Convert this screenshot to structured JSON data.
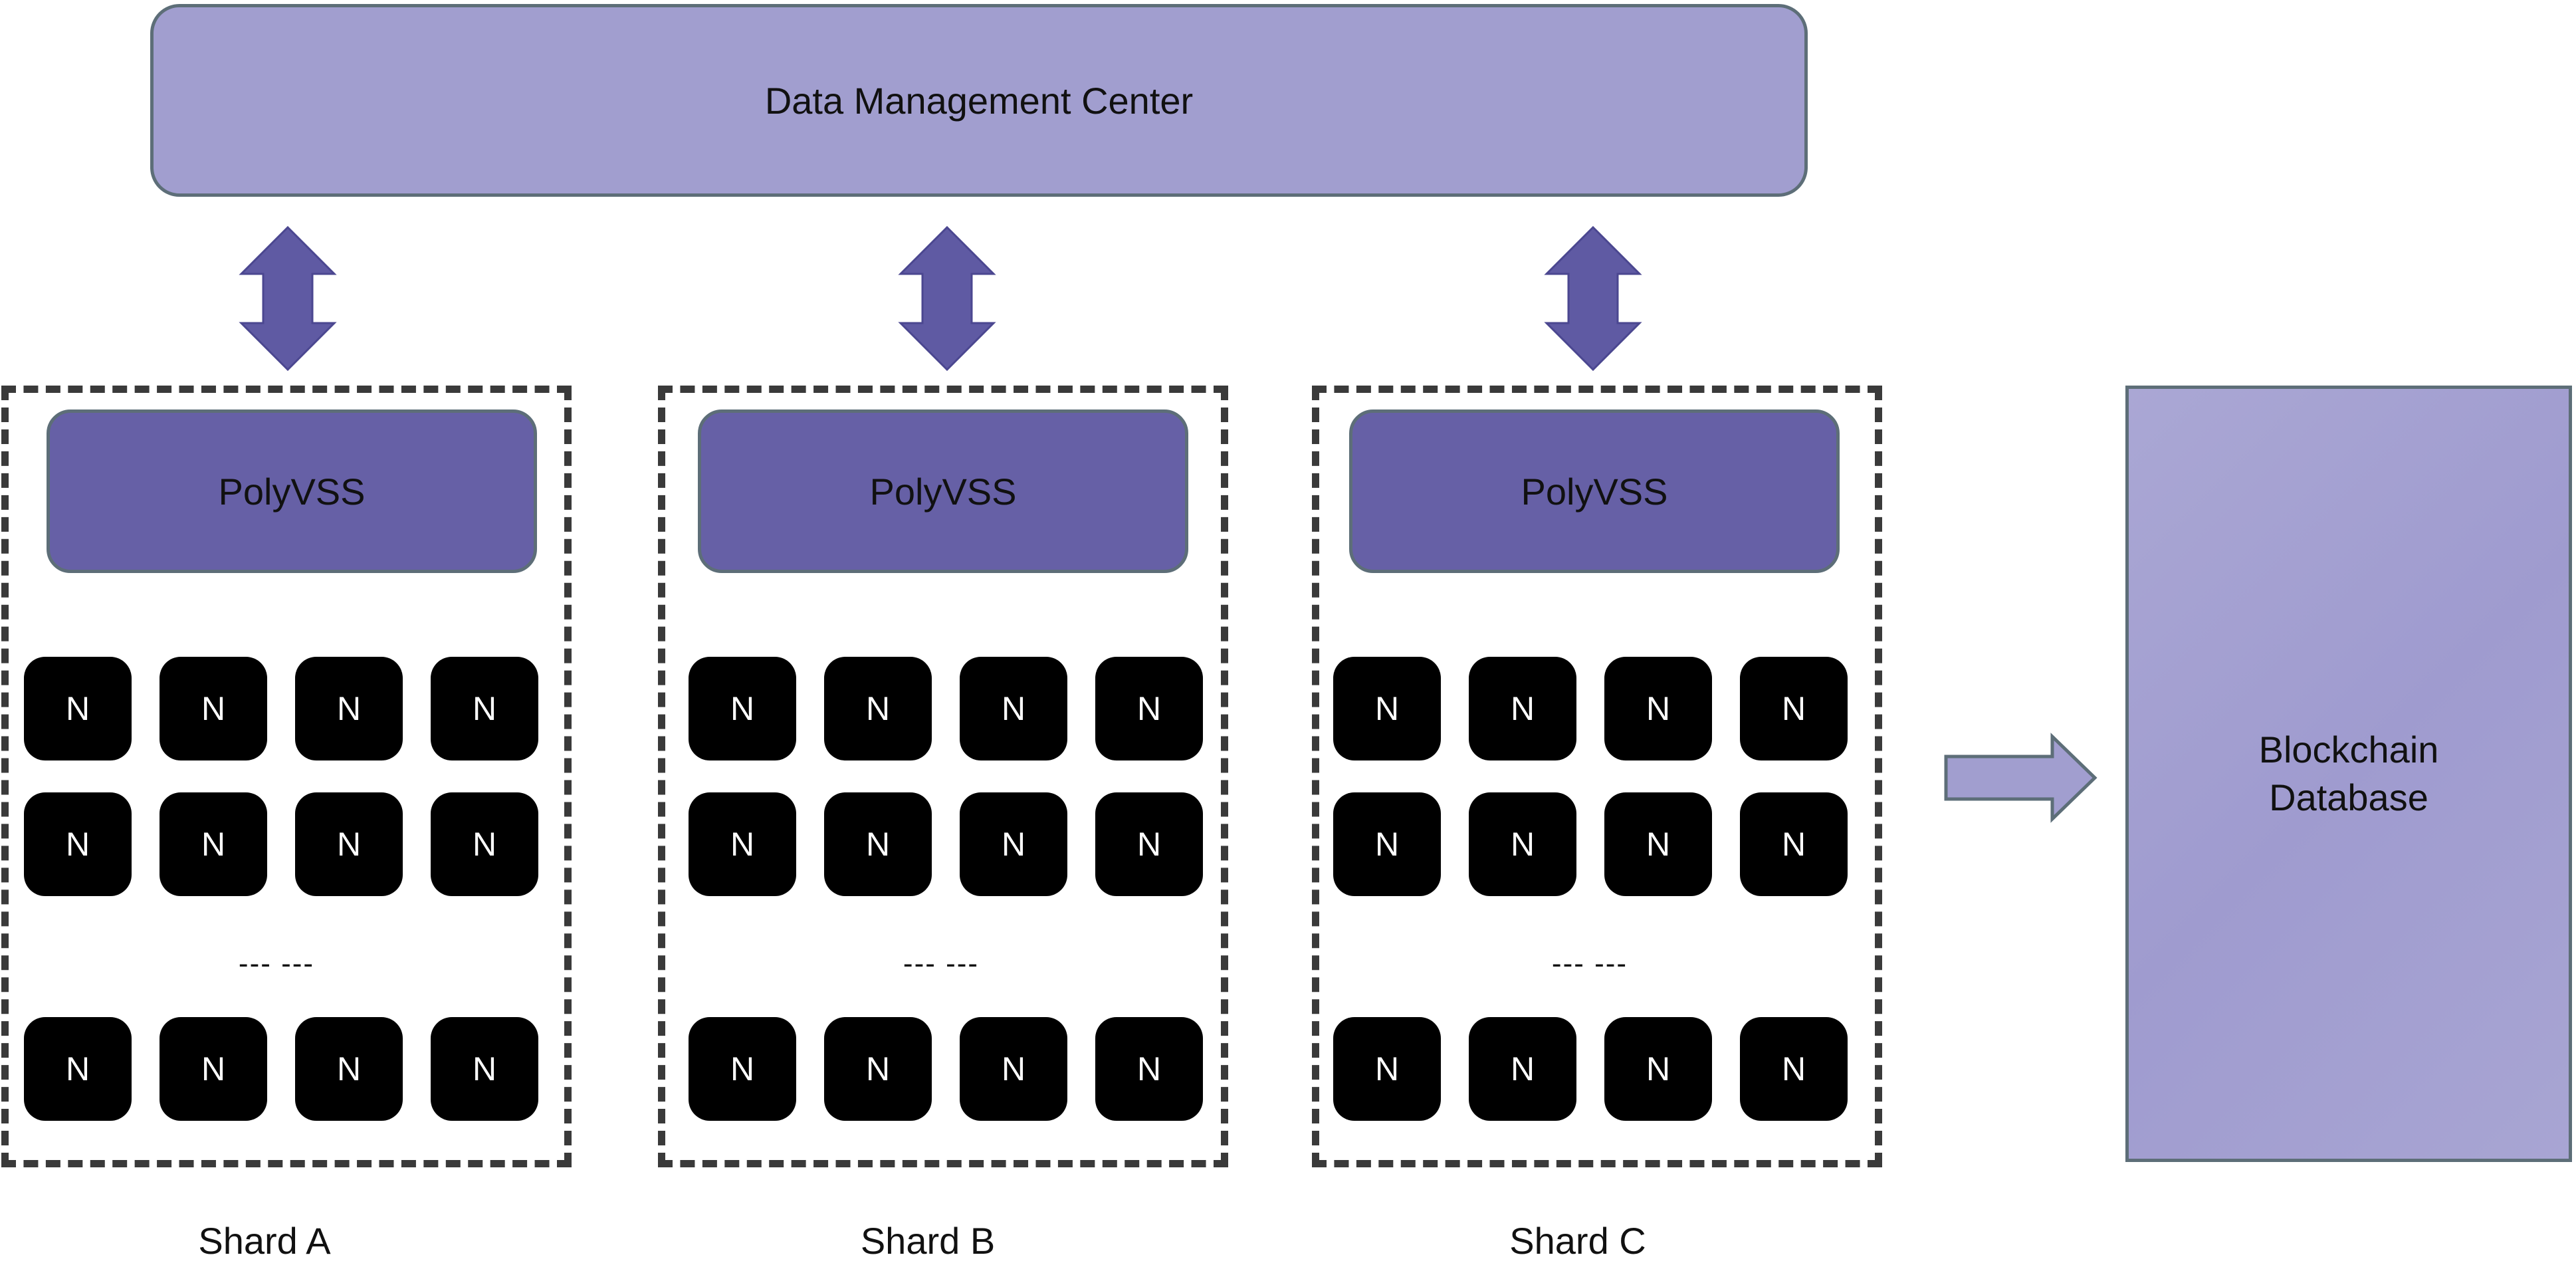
{
  "dmc": {
    "label": "Data Management Center"
  },
  "shards": [
    {
      "label": "Shard A",
      "poly_label": "PolyVSS",
      "rows": [
        [
          "N",
          "N",
          "N",
          "N"
        ],
        [
          "N",
          "N",
          "N",
          "N"
        ],
        [
          "N",
          "N",
          "N",
          "N"
        ]
      ],
      "ellipsis": "--- ---"
    },
    {
      "label": "Shard B",
      "poly_label": "PolyVSS",
      "rows": [
        [
          "N",
          "N",
          "N",
          "N"
        ],
        [
          "N",
          "N",
          "N",
          "N"
        ],
        [
          "N",
          "N",
          "N",
          "N"
        ]
      ],
      "ellipsis": "--- ---"
    },
    {
      "label": "Shard C",
      "poly_label": "PolyVSS",
      "rows": [
        [
          "N",
          "N",
          "N",
          "N"
        ],
        [
          "N",
          "N",
          "N",
          "N"
        ],
        [
          "N",
          "N",
          "N",
          "N"
        ]
      ],
      "ellipsis": "--- ---"
    }
  ],
  "database": {
    "line1": "Blockchain",
    "line2": "Database"
  },
  "colors": {
    "dmc_fill": "#a19ecf",
    "poly_fill": "#6660a6",
    "arrow_fill": "#5f5aa3",
    "node_fill": "#000000",
    "dashed_border": "#3a3a3a",
    "db_fill": "#a19ecf",
    "right_arrow_fill": "#a19ecf"
  }
}
